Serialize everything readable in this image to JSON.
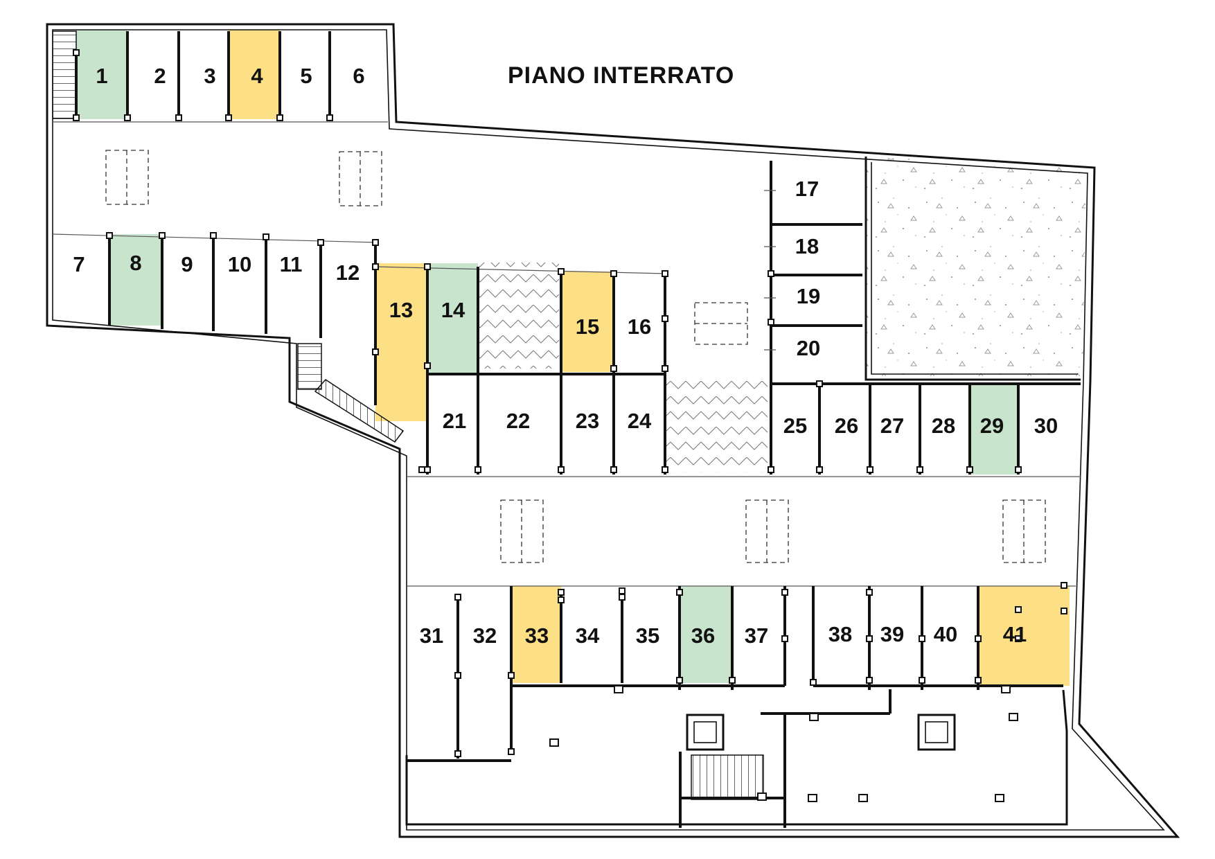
{
  "title": "PIANO INTERRATO",
  "colors": {
    "available": "#c8e4cc",
    "reserved": "#fddf85",
    "standard": "#ffffff",
    "wall": "#111111"
  },
  "spaces": [
    {
      "id": "1",
      "status": "available"
    },
    {
      "id": "2",
      "status": "standard"
    },
    {
      "id": "3",
      "status": "standard"
    },
    {
      "id": "4",
      "status": "reserved"
    },
    {
      "id": "5",
      "status": "standard"
    },
    {
      "id": "6",
      "status": "standard"
    },
    {
      "id": "7",
      "status": "standard"
    },
    {
      "id": "8",
      "status": "available"
    },
    {
      "id": "9",
      "status": "standard"
    },
    {
      "id": "10",
      "status": "standard"
    },
    {
      "id": "11",
      "status": "standard"
    },
    {
      "id": "12",
      "status": "standard"
    },
    {
      "id": "13",
      "status": "reserved"
    },
    {
      "id": "14",
      "status": "available"
    },
    {
      "id": "15",
      "status": "reserved"
    },
    {
      "id": "16",
      "status": "standard"
    },
    {
      "id": "17",
      "status": "standard"
    },
    {
      "id": "18",
      "status": "standard"
    },
    {
      "id": "19",
      "status": "standard"
    },
    {
      "id": "20",
      "status": "standard"
    },
    {
      "id": "21",
      "status": "standard"
    },
    {
      "id": "22",
      "status": "standard"
    },
    {
      "id": "23",
      "status": "standard"
    },
    {
      "id": "24",
      "status": "standard"
    },
    {
      "id": "25",
      "status": "standard"
    },
    {
      "id": "26",
      "status": "standard"
    },
    {
      "id": "27",
      "status": "standard"
    },
    {
      "id": "28",
      "status": "standard"
    },
    {
      "id": "29",
      "status": "available"
    },
    {
      "id": "30",
      "status": "standard"
    },
    {
      "id": "31",
      "status": "standard"
    },
    {
      "id": "32",
      "status": "standard"
    },
    {
      "id": "33",
      "status": "reserved"
    },
    {
      "id": "34",
      "status": "standard"
    },
    {
      "id": "35",
      "status": "standard"
    },
    {
      "id": "36",
      "status": "available"
    },
    {
      "id": "37",
      "status": "standard"
    },
    {
      "id": "38",
      "status": "standard"
    },
    {
      "id": "39",
      "status": "standard"
    },
    {
      "id": "40",
      "status": "standard"
    },
    {
      "id": "41",
      "status": "reserved"
    }
  ]
}
